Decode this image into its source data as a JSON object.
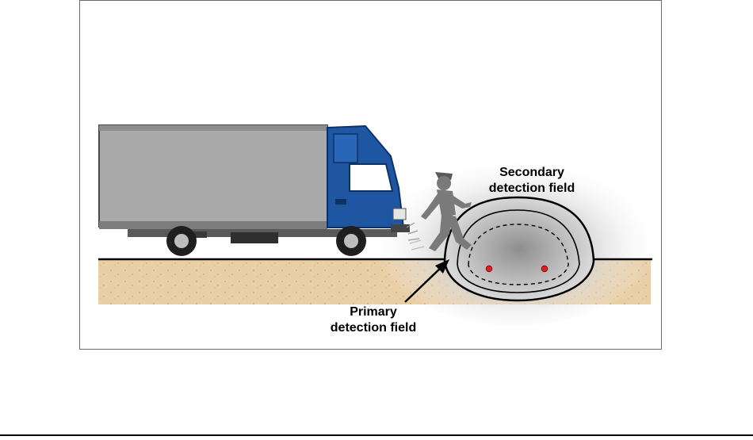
{
  "labels": {
    "secondary_line1": "Secondary",
    "secondary_line2": "detection field",
    "primary_line1": "Primary",
    "primary_line2": "detection field"
  },
  "colors": {
    "truck_cab": "#1f56a2",
    "truck_box": "#a9a9a9",
    "ground_sand": "#e9cfa6",
    "road_line": "#000000",
    "sensor_dot": "#e02020",
    "field_shading": "#9a9a9a",
    "pedestrian": "#7a7a7a"
  },
  "icons": {
    "truck": "truck-icon",
    "pedestrian": "pedestrian-icon",
    "sensor": "sensor-dot-icon"
  }
}
